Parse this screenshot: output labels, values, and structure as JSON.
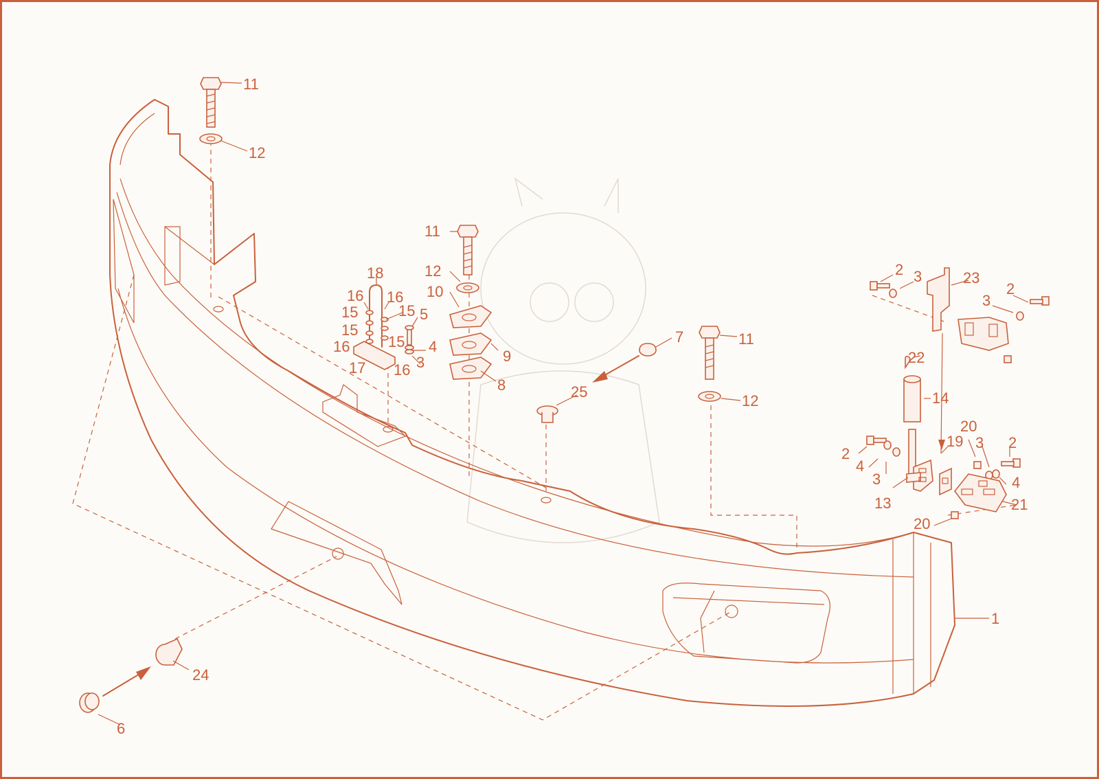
{
  "diagram": {
    "callouts": [
      {
        "id": "c1",
        "text": "1"
      },
      {
        "id": "c2a",
        "text": "2"
      },
      {
        "id": "c2b",
        "text": "2"
      },
      {
        "id": "c2c",
        "text": "2"
      },
      {
        "id": "c2d",
        "text": "2"
      },
      {
        "id": "c3a",
        "text": "3"
      },
      {
        "id": "c3b",
        "text": "3"
      },
      {
        "id": "c3c",
        "text": "3"
      },
      {
        "id": "c3d",
        "text": "3"
      },
      {
        "id": "c3e",
        "text": "3"
      },
      {
        "id": "c4a",
        "text": "4"
      },
      {
        "id": "c4b",
        "text": "4"
      },
      {
        "id": "c4c",
        "text": "4"
      },
      {
        "id": "c5",
        "text": "5"
      },
      {
        "id": "c6",
        "text": "6"
      },
      {
        "id": "c7",
        "text": "7"
      },
      {
        "id": "c8",
        "text": "8"
      },
      {
        "id": "c9",
        "text": "9"
      },
      {
        "id": "c10",
        "text": "10"
      },
      {
        "id": "c11a",
        "text": "11"
      },
      {
        "id": "c11b",
        "text": "11"
      },
      {
        "id": "c11c",
        "text": "11"
      },
      {
        "id": "c12a",
        "text": "12"
      },
      {
        "id": "c12b",
        "text": "12"
      },
      {
        "id": "c12c",
        "text": "12"
      },
      {
        "id": "c13",
        "text": "13"
      },
      {
        "id": "c14",
        "text": "14"
      },
      {
        "id": "c15a",
        "text": "15"
      },
      {
        "id": "c15b",
        "text": "15"
      },
      {
        "id": "c15c",
        "text": "15"
      },
      {
        "id": "c15d",
        "text": "15"
      },
      {
        "id": "c16a",
        "text": "16"
      },
      {
        "id": "c16b",
        "text": "16"
      },
      {
        "id": "c16c",
        "text": "16"
      },
      {
        "id": "c16d",
        "text": "16"
      },
      {
        "id": "c17",
        "text": "17"
      },
      {
        "id": "c18",
        "text": "18"
      },
      {
        "id": "c19",
        "text": "19"
      },
      {
        "id": "c20a",
        "text": "20"
      },
      {
        "id": "c20b",
        "text": "20"
      },
      {
        "id": "c21",
        "text": "21"
      },
      {
        "id": "c22",
        "text": "22"
      },
      {
        "id": "c23",
        "text": "23"
      },
      {
        "id": "c24",
        "text": "24"
      },
      {
        "id": "c25",
        "text": "25"
      }
    ],
    "colors": {
      "line": "#c9603c",
      "background": "#fdfbf7",
      "part_fill": "#fbf1ea",
      "watermark": "#e2dad2"
    }
  }
}
